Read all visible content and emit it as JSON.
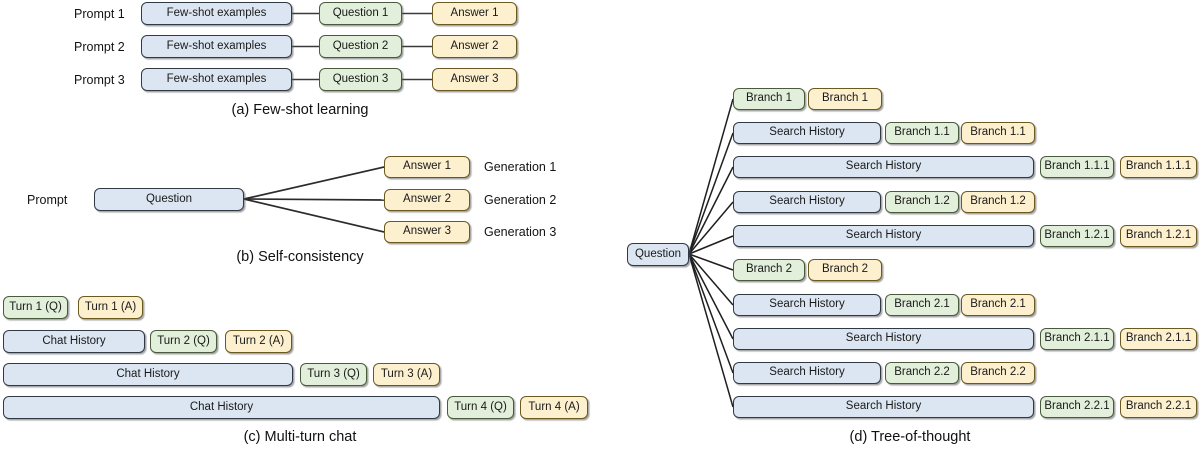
{
  "figure": {
    "panels": [
      {
        "id": "a",
        "caption": "(a) Few-shot learning",
        "row_labels": [
          "Prompt 1",
          "Prompt 2",
          "Prompt 3"
        ],
        "rows": [
          {
            "context": "Few-shot examples",
            "question": "Question 1",
            "answer": "Answer 1"
          },
          {
            "context": "Few-shot examples",
            "question": "Question 2",
            "answer": "Answer 2"
          },
          {
            "context": "Few-shot examples",
            "question": "Question 3",
            "answer": "Answer 3"
          }
        ]
      },
      {
        "id": "b",
        "caption": "(b) Self-consistency",
        "prompt_label": "Prompt",
        "question": "Question",
        "answers": [
          "Answer 1",
          "Answer 2",
          "Answer 3"
        ],
        "generations": [
          "Generation 1",
          "Generation 2",
          "Generation 3"
        ]
      },
      {
        "id": "c",
        "caption": "(c) Multi-turn chat",
        "history_label": "Chat History",
        "rows": [
          {
            "history": null,
            "q": "Turn 1 (Q)",
            "a": "Turn 1 (A)"
          },
          {
            "history": "Chat History",
            "q": "Turn 2 (Q)",
            "a": "Turn 2 (A)"
          },
          {
            "history": "Chat History",
            "q": "Turn 3 (Q)",
            "a": "Turn 3 (A)"
          },
          {
            "history": "Chat History",
            "q": "Turn 4 (Q)",
            "a": "Turn 4 (A)"
          }
        ]
      },
      {
        "id": "d",
        "caption": "(d) Tree-of-thought",
        "root": "Question",
        "history_label": "Search History",
        "rows": [
          {
            "history": null,
            "q": "Branch 1",
            "a": "Branch 1"
          },
          {
            "history": "Search History",
            "q": "Branch 1.1",
            "a": "Branch 1.1"
          },
          {
            "history": "Search History",
            "q": "Branch 1.1.1",
            "a": "Branch 1.1.1"
          },
          {
            "history": "Search History",
            "q": "Branch 1.2",
            "a": "Branch 1.2"
          },
          {
            "history": "Search History",
            "q": "Branch 1.2.1",
            "a": "Branch 1.2.1"
          },
          {
            "history": null,
            "q": "Branch 2",
            "a": "Branch 2"
          },
          {
            "history": "Search History",
            "q": "Branch 2.1",
            "a": "Branch 2.1"
          },
          {
            "history": "Search History",
            "q": "Branch 2.1.1",
            "a": "Branch 2.1.1"
          },
          {
            "history": "Search History",
            "q": "Branch 2.2",
            "a": "Branch 2.2"
          },
          {
            "history": "Search History",
            "q": "Branch 2.2.1",
            "a": "Branch 2.2.1"
          }
        ]
      }
    ]
  },
  "colors": {
    "context_blue": "#dce6f2",
    "question_green": "#e2efda",
    "answer_yellow": "#fdf0cf",
    "stroke": "#3f3f3f",
    "background": "#ffffff"
  }
}
